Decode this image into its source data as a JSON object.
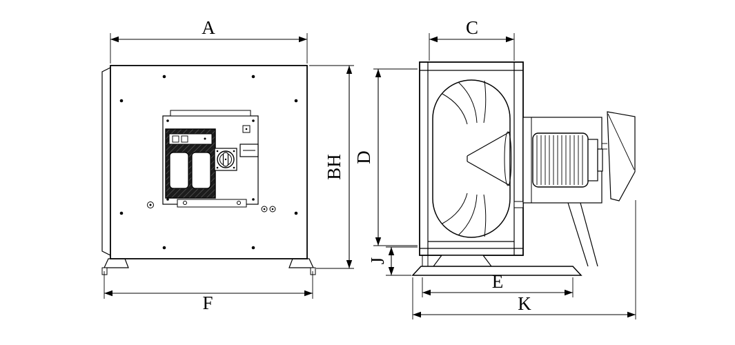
{
  "colors": {
    "line": "#000000",
    "background": "#ffffff"
  },
  "front_view": {
    "labels": {
      "top_width": "A",
      "right_height": "BH",
      "bottom_width": "F"
    }
  },
  "side_view": {
    "labels": {
      "top_width": "C",
      "left_height": "D",
      "base_height": "J",
      "base_width": "E",
      "overall_width": "K"
    }
  }
}
